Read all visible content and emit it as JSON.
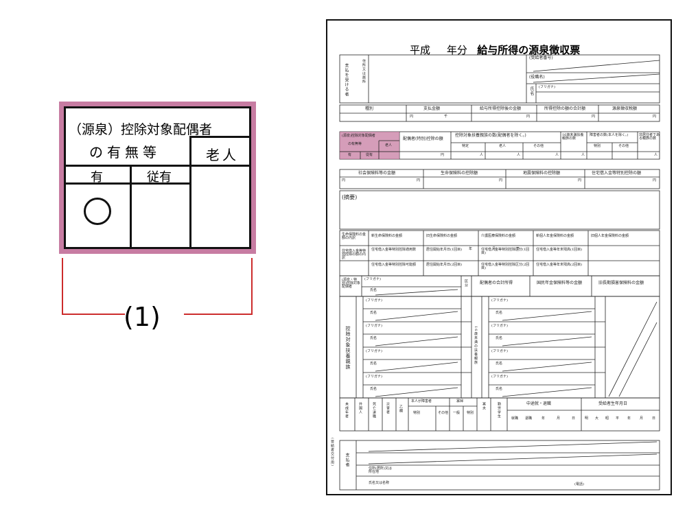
{
  "zoom": {
    "heading_line1": "（源泉）控除対象配偶者",
    "heading_line2": "の有無等",
    "col_elderly": "老人",
    "col_yes": "有",
    "col_dependent": "従有",
    "mark": "○",
    "accent_color": "#c77ca2",
    "callout_color": "#cc2b2b"
  },
  "callout": {
    "label": "(1)"
  },
  "form": {
    "title_era": "平成",
    "title_year": "年分",
    "title_main": "給与所得の源泉徴収票",
    "payee_label": "支払を受ける者",
    "address_label": "住所又は居所",
    "recipient_number": "(受給者番号)",
    "job_title": "(役職名)",
    "name_label": "氏名",
    "furigana": "(フリガナ)",
    "row1_cols": [
      "種別",
      "支払金額",
      "給与所得控除後の金額",
      "所得控除の額の合計額",
      "源泉徴収税額"
    ],
    "unit_yen": "円",
    "unit_thousand": "千",
    "unit_person": "人",
    "pink_cell_line1": "(源泉)控除対象配偶者",
    "pink_cell_line2": "の有無等",
    "pink_cell_elderly": "老人",
    "pink_cell_yes": "有",
    "pink_cell_dependent": "従有",
    "special_spouse": "配偶者(特別)控除の額",
    "dependents_heading": "控除対象扶養親族の数(配偶者を除く。)",
    "dependents_sub": [
      "特定",
      "老人",
      "その他"
    ],
    "under16": "16歳未満扶養親族の数",
    "disabled_heading": "障害者の数(本人を除く。)",
    "disabled_sub": [
      "特別",
      "その他"
    ],
    "nonresident": "非居住者である親族の数",
    "row3_cols": [
      "社会保険料等の金額",
      "生命保険料の控除額",
      "地震保険料の控除額",
      "住宅借入金等特別控除の額"
    ],
    "remarks": "(摘要)",
    "life_ins_breakdown": "生命保険料の金額の内訳",
    "life_ins_cols": [
      "新生命保険料の金額",
      "旧生命保険料の金額",
      "介護医療保険料の金額",
      "新個人年金保険料の金額",
      "旧個人年金保険料の金額"
    ],
    "housing_breakdown": "住宅借入金等特別控除の額の内訳",
    "housing_cols": [
      "住宅借入金等特別控除適用数",
      "居住開始年月日(1回目)",
      "住宅借入金等特別控除区分(1回目)",
      "住宅借入金等年末残高(1回目)",
      "住宅借入金等特別控除可能額",
      "居住開始年月日(2回目)",
      "住宅借入金等特別控除区分(2回目)",
      "住宅借入金等年末残高(2回目)"
    ],
    "year": "年",
    "month": "月",
    "day": "日",
    "source_spouse": "(源泉・特別)控除対象配偶者",
    "kubun": "区分",
    "spouse_income": "配偶者の合計所得",
    "natl_pension": "国民年金保険料等の金額",
    "old_long_term": "旧長期損害保険料の金額",
    "dependents_vertical": "控除対象扶養親族",
    "under16_vertical": "16歳未満の扶養親族",
    "bottom_cols": [
      "未成年者",
      "外国人",
      "死亡退職",
      "災害者",
      "乙欄",
      "本人が障害者",
      "寡婦",
      "寡夫",
      "勤労学生"
    ],
    "disabled_sub2": [
      "特別",
      "その他"
    ],
    "widow_sub": [
      "一般",
      "特別"
    ],
    "midyear": "中途就・退職",
    "midyear_sub": [
      "就職",
      "退職",
      "年",
      "月",
      "日"
    ],
    "birth": "受給者生年月日",
    "birth_sub": [
      "明",
      "大",
      "昭",
      "平",
      "年",
      "月",
      "日"
    ],
    "payer_vertical": "支払者",
    "for_recipient": "(受給者交付用)",
    "payer_address": "住所(居所)又は所在地",
    "payer_name": "氏名又は名称",
    "phone": "(電話)"
  }
}
